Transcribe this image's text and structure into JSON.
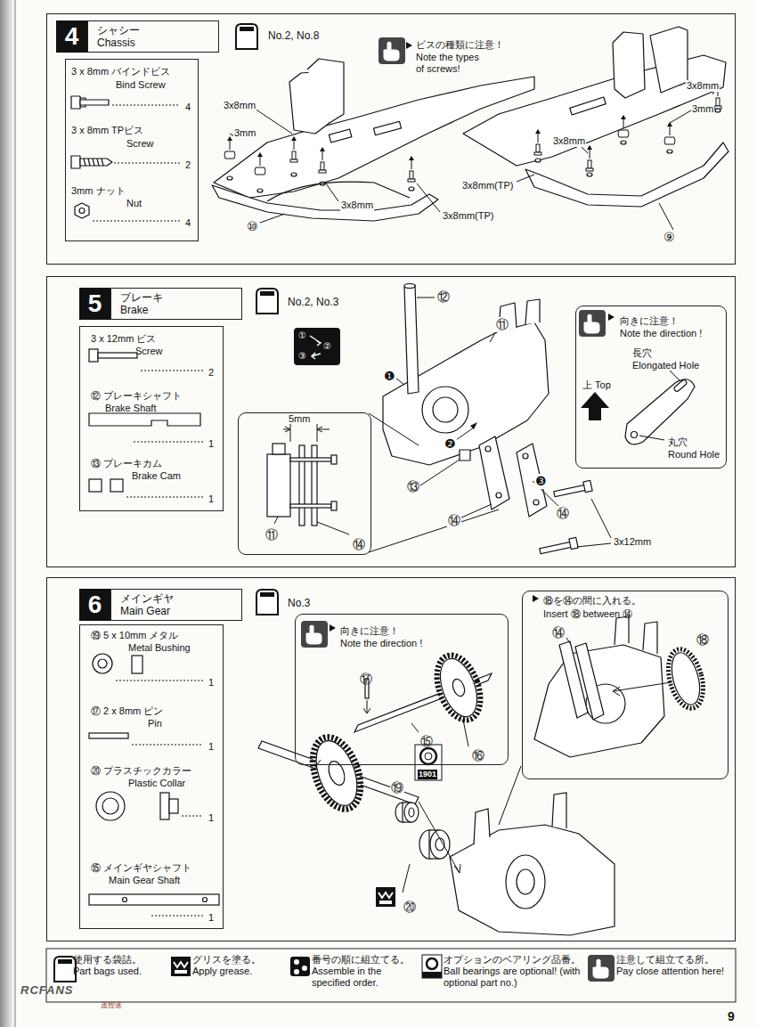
{
  "diagram": {
    "nodes": [
      {
        "text": [
          "4",
          "シャシー Chassis"
        ]
      },
      {
        "text": [
          "3 x 8mm バインドビス",
          "Bind Screw",
          "4",
          "3 x 8mm TPビス",
          "Screw",
          "2",
          "3mm ナット",
          "Nut",
          "4"
        ],
        "in": 0
      },
      {
        "text": [
          "5",
          "ブレーキ Brake"
        ]
      },
      {
        "text": [
          "3 x 12mm ビス",
          "Screw",
          "2",
          "⑫ ブレーキシャフト",
          "Brake Shaft",
          "1",
          "⑬ ブレーキカム",
          "Brake Cam",
          "1"
        ],
        "in": 2
      },
      {
        "text": [
          "5mm",
          "⑪",
          "⑭"
        ],
        "in": 2
      },
      {
        "text": [
          "向きに注意！",
          "Note the direction !",
          "長穴",
          "Elongated Hole",
          "上 Top",
          "丸穴",
          "Round Hole"
        ],
        "in": 2
      },
      {
        "text": [
          "6",
          "メインギヤ Main Gear"
        ]
      },
      {
        "text": [
          "⑲ 5 x 10mm メタル",
          "Metal Bushing",
          "1",
          "⑰ 2 x 8mm ピン",
          "Pin",
          "1",
          "⑳ プラスチックカラー",
          "Plastic Collar",
          "1",
          "⑮ メインギヤシャフト",
          "Main Gear Shaft",
          "1"
        ],
        "in": 6
      },
      {
        "text": [
          "向きに注意！",
          "Note the direction !",
          "⑰",
          "⑮",
          "⑯"
        ],
        "in": 6
      },
      {
        "text": [
          "⑱を⑭の間に入れる。",
          "Insert ⑱ between ⑭",
          "⑭",
          "⑱"
        ],
        "in": 6
      }
    ],
    "labels": [
      "No.2, No.8",
      "ビスの種類に注意！",
      "Note the types of screws!",
      "3x8mm",
      "3mm",
      "3x8mm",
      "3x8mm(TP)",
      "⑩",
      "3x8mm",
      "3mm",
      "3x8mm",
      "3x8mm(TP)",
      "⑨",
      "No.2, No.3",
      "①",
      "②",
      "③",
      "⑫",
      "⑪",
      "❶",
      "❷",
      "⑬",
      "⑭",
      "❸",
      "⑭",
      "3x12mm",
      "No.3",
      "1901",
      "⑲",
      "⑳",
      "9",
      "RCFANS",
      "遥控迷"
    ],
    "legend": [
      {
        "text": "使用する袋詰。 Part bags used."
      },
      {
        "text": "グリスを塗る。 Apply grease."
      },
      {
        "text": "番号の順に組立てる。 Assemble in the specified order."
      },
      {
        "text": "オプションのベアリング品番。 Ball bearings are optional! (with optional part no.)"
      },
      {
        "text": "注意して組立てる所。 Pay close attention here!"
      }
    ]
  }
}
